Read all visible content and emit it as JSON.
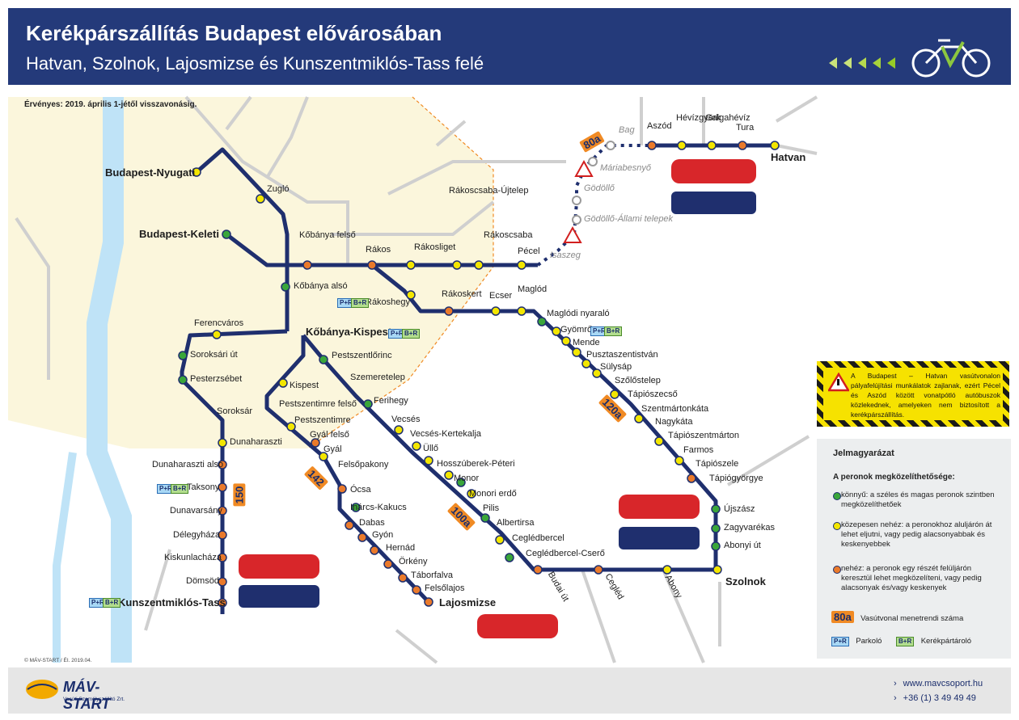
{
  "header": {
    "title": "Kerékpárszállítás Budapest elővárosában",
    "subtitle": "Hatvan, Szolnok, Lajosmizse és Kunszentmiklós-Tass felé"
  },
  "validity": "Érvényes: 2019. április 1-jétől visszavonásig.",
  "stations": {
    "budapest_nyugati": "Budapest-Nyugati",
    "zuglo": "Zugló",
    "budapest_keleti": "Budapest-Keleti",
    "kobanya_felso": "Kőbánya felső",
    "kobanya_also": "Kőbánya alsó",
    "rakos": "Rákos",
    "rakosliget": "Rákosliget",
    "rakoscsaba_ujtelep": "Rákoscsaba-Újtelep",
    "rakoscsaba": "Rákoscsaba",
    "pecel": "Pécel",
    "isaszeg": "Isaszeg",
    "godollo_allami": "Gödöllő-Állami telepek",
    "godollo": "Gödöllő",
    "mariabesnyo": "Máriabesnyő",
    "bag": "Bag",
    "aszod": "Aszód",
    "hevizgyork": "Hévízgyörk",
    "galgahevitz": "Galgahévíz",
    "tura": "Tura",
    "hatvan": "Hatvan",
    "rakoshegy": "Rákoshegy",
    "rakoskert": "Rákoskert",
    "ecser": "Ecser",
    "maglod": "Maglód",
    "maglodi_nyaralo": "Maglódi nyaraló",
    "gyomro": "Gyömrő",
    "mende": "Mende",
    "pusztaszentistvan": "Pusztaszentistván",
    "sulysap": "Sülysáp",
    "szolostelep": "Szőlőstelep",
    "tapioszecso": "Tápiószecső",
    "szentmartonkata": "Szentmártonkáta",
    "nagykata": "Nagykáta",
    "tapioszentmarton": "Tápiószentmárton",
    "farmos": "Farmos",
    "tapioszele": "Tápiószele",
    "tapiogyorgye": "Tápiógyörgye",
    "ujszasz": "Újszász",
    "zagyvarekas": "Zagyvarékas",
    "abonyi_ut": "Abonyi út",
    "szolnok": "Szolnok",
    "ferencvaros": "Ferencváros",
    "kobanya_kispest": "Kőbánya-Kispest",
    "soroksari_ut": "Soroksári út",
    "pesterzsebet": "Pesterzsébet",
    "soroksar": "Soroksár",
    "dunaharaszti": "Dunaharaszti",
    "dunaharaszti_also": "Dunaharaszti alsó",
    "taksony": "Taksony",
    "dunavarsany": "Dunavarsány",
    "delegyhaza": "Délegyháza",
    "kiskunlachaza": "Kiskunlacháza",
    "domsod": "Dömsöd",
    "kunszentmiklos_tass": "Kunszentmiklós-Tass",
    "kispest": "Kispest",
    "pestszentimre_felso": "Pestszentimre felső",
    "pestszentimre": "Pestszentimre",
    "gyal_felso": "Gyál felső",
    "gyal": "Gyál",
    "felsopakony": "Felsőpakony",
    "ocsa": "Ócsa",
    "inarcs_kakucs": "Inárcs-Kakucs",
    "dabas": "Dabas",
    "gyon": "Gyón",
    "hernad": "Hernád",
    "orkeny": "Örkény",
    "taborfalva": "Táborfalva",
    "felsolajos": "Felsőlajos",
    "lajosmizse": "Lajosmizse",
    "pestszentlorinc": "Pestszentlőrinc",
    "szemeretelep": "Szemeretelep",
    "ferihegy": "Ferihegy",
    "vecses": "Vecsés",
    "vecses_kertekalja": "Vecsés-Kertekalja",
    "ullo": "Üllő",
    "hosszuberek_peteri": "Hosszúberek-Péteri",
    "monor": "Monor",
    "monori_erdo": "Monori erdő",
    "pilis": "Pilis",
    "albertirsa": "Albertirsa",
    "ceglbercel": "Ceglédbercel",
    "ceglbercel_cs": "Ceglédbercel-Cserő",
    "budai_ut": "Budai út",
    "cegled": "Cegléd",
    "abony": "Abony"
  },
  "lines": {
    "l80a": "80a",
    "l120a": "120a",
    "l100a": "100a",
    "l142": "142",
    "l150": "150"
  },
  "badges": {
    "pr": "P+R",
    "br": "B+R"
  },
  "warning": "A Budapest – Hatvan vasútvonalon pályafelújítási munkálatok zajlanak, ezért Pécel és Aszód között vonatpótló autóbuszok közlekednek, amelyeken nem biztosított a kerékpárszállítás.",
  "legend": {
    "title": "Jelmagyarázat",
    "subtitle": "A peronok megközelíthetősége:",
    "easy": "könnyű: a széles és magas peronok szintben megközelíthetőek",
    "medium": "közepesen nehéz: a peronokhoz aluljárón át lehet eljutni, vagy pedig alacsonyabbak és keskenyebbek",
    "hard": "nehéz: a peronok egy részét felüljárón keresztül lehet megközelíteni, vagy pedig alacsonyak és/vagy keskenyek",
    "line_no_badge": "80a",
    "line_no_text": "Vasútvonal menetrendi száma",
    "pr_text": "Parkoló",
    "br_text": "Kerékpártároló"
  },
  "colors": {
    "header": "#243a7a",
    "line": "#1f2f6e",
    "easy": "#3aa63a",
    "medium": "#f3e600",
    "hard": "#ea7a2b",
    "inner_area": "#fbf6dc"
  },
  "footer": {
    "copyright": "© MÁV-START / ÉI. 2019.04.",
    "logo": "MÁV-START",
    "logo_sub": "Vasúti Személyszállító Zrt.",
    "web": "www.mavcsoport.hu",
    "phone": "+36 (1) 3 49 49 49"
  }
}
